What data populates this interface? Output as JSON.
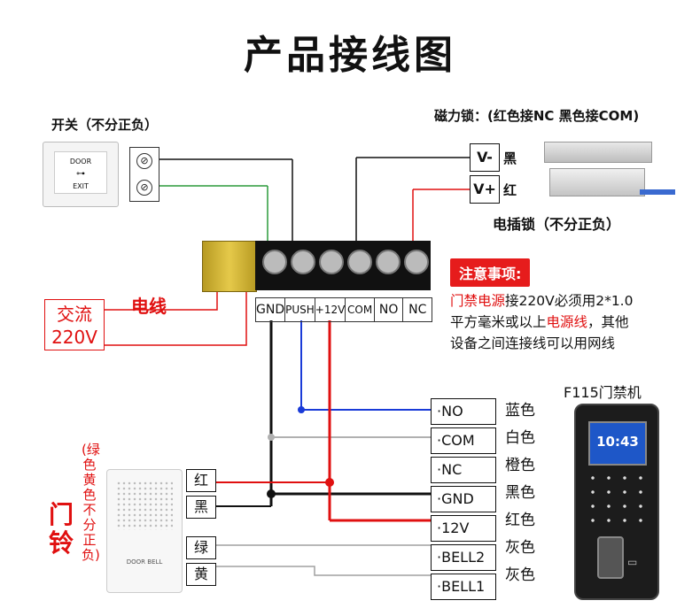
{
  "title": "产品接线图",
  "exit_switch": {
    "label": "开关（不分正负）",
    "face_line1": "DOOR",
    "face_line2": "EXIT"
  },
  "magnetic_lock": {
    "label": "磁力锁：(红色接NC 黑色接COM)",
    "v_minus": "V-",
    "v_minus_color": "黑",
    "v_plus": "V+",
    "v_plus_color": "红"
  },
  "electric_lock_label": "电插锁（不分正负）",
  "power": {
    "wire_label": "电线",
    "ac_line1": "交流",
    "ac_line2": "220V"
  },
  "terminal_block": {
    "labels": [
      "GND",
      "PUSH",
      "+12V",
      "COM",
      "NO",
      "NC"
    ]
  },
  "notice": {
    "badge": "注意事项:",
    "line1_red": "门禁电源",
    "line1_rest": "接220V必须用2*1.0",
    "line2_start": "平方毫米或以上",
    "line2_red": "电源线",
    "line2_end": "，其他",
    "line3": "设备之间连接线可以用网线"
  },
  "controller": {
    "title": "F115门禁机",
    "clock": "10:43",
    "wires": [
      {
        "terminal": "NO",
        "color_name": "蓝色"
      },
      {
        "terminal": "COM",
        "color_name": "白色"
      },
      {
        "terminal": "NC",
        "color_name": "橙色"
      },
      {
        "terminal": "GND",
        "color_name": "黑色"
      },
      {
        "terminal": "12V",
        "color_name": "红色"
      },
      {
        "terminal": "BELL2",
        "color_name": "灰色"
      },
      {
        "terminal": "BELL1",
        "color_name": "灰色"
      }
    ]
  },
  "doorbell": {
    "label": "门铃",
    "vertical_note": "(绿色黄色不分正负)",
    "device_text": "DOOR BELL",
    "wires": [
      "红",
      "黑",
      "绿",
      "黄"
    ]
  },
  "colors": {
    "red_wire": "#e01010",
    "blue_wire": "#1a3bd8",
    "green_wire": "#2a9a3a",
    "gray_wire": "#a0a0a0",
    "black_wire": "#111111",
    "notice_red": "#e61c1c"
  }
}
